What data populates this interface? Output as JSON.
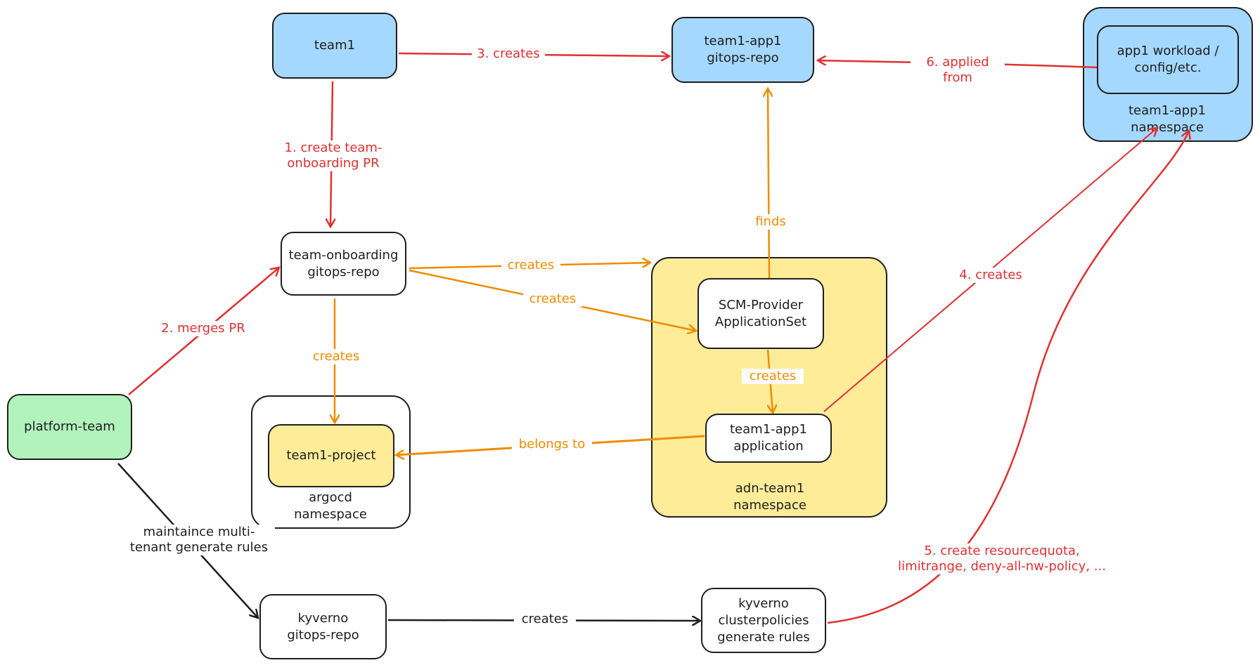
{
  "nodes": {
    "team1": "team1",
    "gitops_repo_app": "team1-app1\ngitops-repo",
    "app_workload": "app1 workload /\nconfig/etc.",
    "team_onboarding": "team-onboarding\ngitops-repo",
    "platform_team": "platform-team",
    "team1_project": "team1-project",
    "scm_appset": "SCM-Provider\nApplicationSet",
    "team1_app1_application": "team1-app1\napplication",
    "kyverno_repo": "kyverno\ngitops-repo",
    "kyverno_policies": "kyverno\nclusterpolicies\ngenerate rules"
  },
  "containers": {
    "team1_app1_ns": "team1-app1\nnamespace",
    "argocd_ns": "argocd\nnamespace",
    "adn_team1_ns": "adn-team1\nnamespace"
  },
  "edge_labels": {
    "step1": "1. create team-\nonboarding PR",
    "step2": "2. merges PR",
    "step3": "3. creates",
    "step4": "4. creates",
    "step5": "5. create resourcequota,\nlimitrange, deny-all-nw-policy, ...",
    "step6": "6. applied from",
    "finds": "finds",
    "creates_appset_container": "creates",
    "creates_appset": "creates",
    "creates_project": "creates",
    "creates_application": "creates",
    "belongs_to": "belongs to",
    "maintain": "maintaince multi-\ntenant generate rules",
    "creates_kyverno": "creates"
  },
  "colors": {
    "blue": "#a5d8ff",
    "yellow": "#ffec99",
    "green": "#b2f2bb",
    "red_arrow": "#e03131",
    "orange_arrow": "#f08c00",
    "dark_arrow": "#1e1e1e"
  }
}
